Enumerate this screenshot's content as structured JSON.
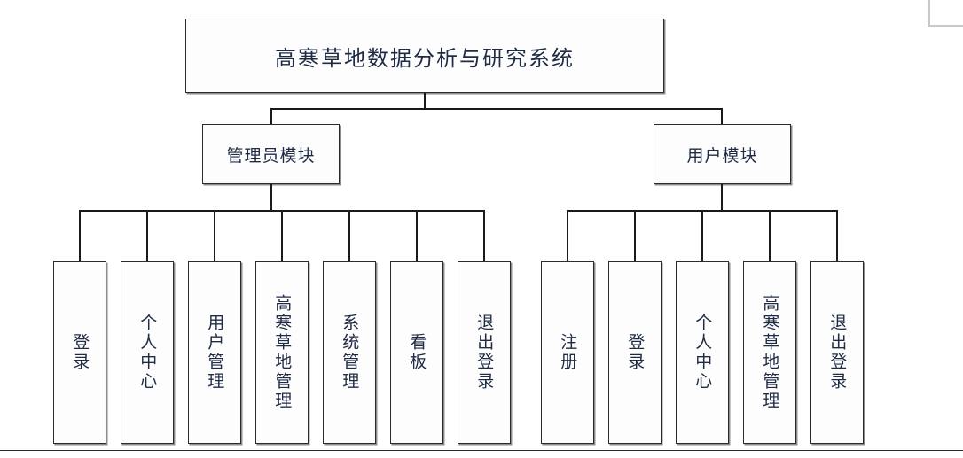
{
  "diagram": {
    "type": "tree",
    "title_node": {
      "label": "高寒草地数据分析与研究系统"
    },
    "modules": [
      {
        "id": "admin",
        "label": "管理员模块"
      },
      {
        "id": "user",
        "label": "用户模块"
      }
    ],
    "admin_leaves": [
      {
        "label": "登录"
      },
      {
        "label": "个人中心"
      },
      {
        "label": "用户管理"
      },
      {
        "label": "高寒草地管理"
      },
      {
        "label": "系统管理"
      },
      {
        "label": "看板"
      },
      {
        "label": "退出登录"
      }
    ],
    "user_leaves": [
      {
        "label": "注册"
      },
      {
        "label": "登录"
      },
      {
        "label": "个人中心"
      },
      {
        "label": "高寒草地管理"
      },
      {
        "label": "退出登录"
      }
    ],
    "colors": {
      "text": "#1f2a44",
      "border": "#2b2b2b",
      "shadow": "#8d8d8d",
      "connector": "#1a1a1a",
      "background": "#ffffff"
    }
  }
}
